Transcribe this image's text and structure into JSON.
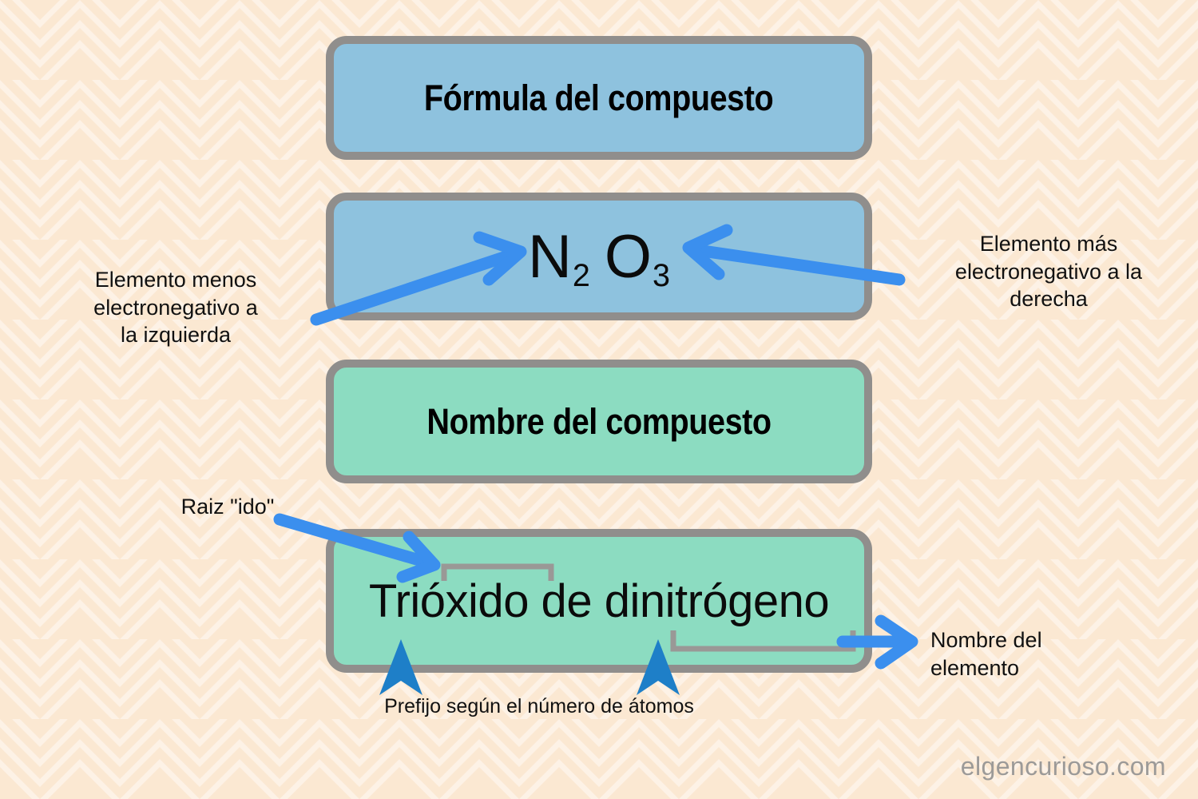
{
  "meta": {
    "background_color": "#fbe8d2",
    "pattern_color": "#fdf2e4",
    "box_border_color": "#908e8c",
    "blue_fill": "#8ec2de",
    "green_fill": "#8cdcc1",
    "arrow_blue": "#3b8fee",
    "arrowhead_blue": "#1e7fc8",
    "bracket_gray": "#9a9896",
    "watermark_color": "#9c9a98"
  },
  "boxes": [
    {
      "id": "formula-heading",
      "label": "Fórmula del compuesto",
      "fill": "blue",
      "bold": true
    },
    {
      "id": "formula-value",
      "label": "N2 O3",
      "fill": "blue",
      "bold": false
    },
    {
      "id": "name-heading",
      "label": "Nombre del compuesto",
      "fill": "green",
      "bold": true
    },
    {
      "id": "name-value",
      "label": "Trióxido de dinitrógeno",
      "fill": "green",
      "bold": false
    }
  ],
  "formula": {
    "element_left": "N",
    "subscript_left": "2",
    "element_right": "O",
    "subscript_right": "3"
  },
  "compound_name": {
    "prefix_first": "Tri",
    "root": "óxido",
    "connector": "de",
    "prefix_second": "di",
    "element": "nitrógeno",
    "full": "Trióxido de dinitrógeno"
  },
  "annotations": {
    "left_electronegativity": "Elemento menos\nelectronegativo a\nla izquierda",
    "right_electronegativity": "Elemento más\nelectronegativo a la\nderecha",
    "root_label": "Raiz \"ido\"",
    "element_name_label": "Nombre del\nelemento",
    "prefix_label": "Prefijo según el número de átomos"
  },
  "watermark": "elgencurioso.com"
}
